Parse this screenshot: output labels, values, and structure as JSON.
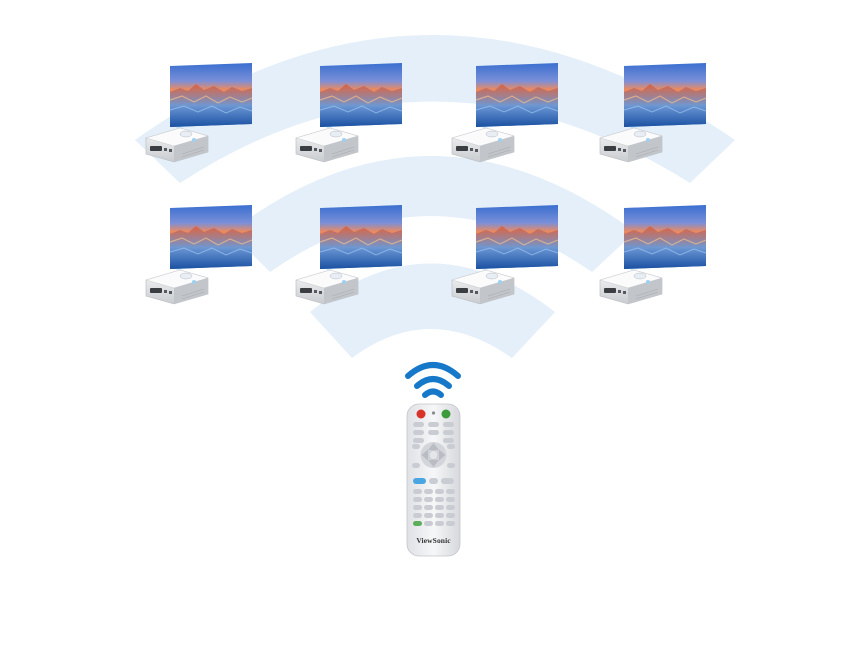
{
  "scene": {
    "description_note": "",
    "remote": {
      "brand": "ViewSonic"
    },
    "colors": {
      "wave_arc": "#e3effa",
      "signal_blue": "#1678c8",
      "power_red": "#d9322a",
      "power_green": "#3c9c3c",
      "remote_body": "#f1f2f4",
      "button_gray": "#c9ccd2",
      "button_blue": "#4aa6e0"
    },
    "icons": {
      "wifi_signal": "wifi-signal-icon",
      "projector": "projector-icon",
      "screen": "projection-screen"
    },
    "rows": [
      {
        "projectors": 4
      },
      {
        "projectors": 4
      }
    ]
  }
}
